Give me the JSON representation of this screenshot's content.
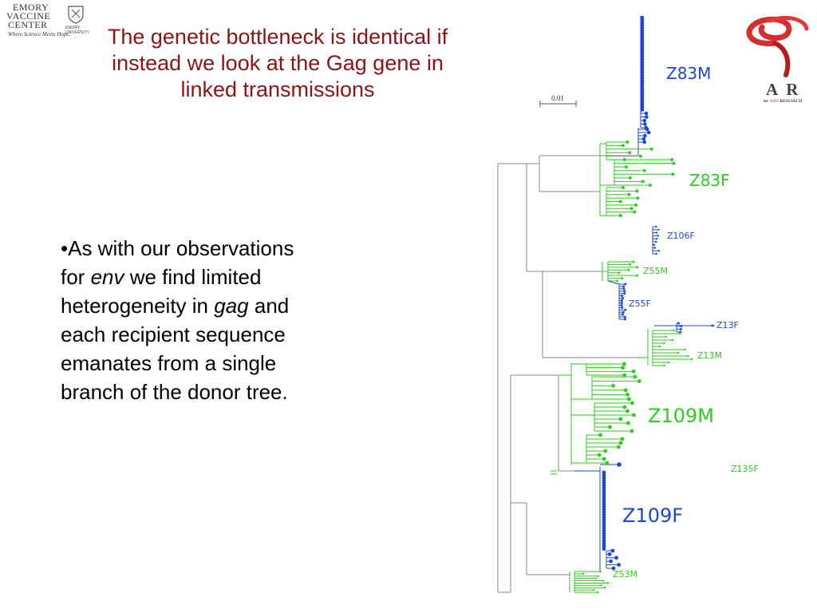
{
  "logos": {
    "emory_vaccine_center": {
      "line1": "EMORY",
      "line2": "VACCINE",
      "line3": "CENTER",
      "tagline": "Where Science Meets Hope.",
      "university_mark": "EMORY",
      "university_sub": "UNIVERSITY"
    },
    "car": {
      "letters": "A R",
      "sub_prefix": "for ",
      "sub_highlight": "AIDS",
      "sub_suffix": " RESEARCH"
    }
  },
  "slide": {
    "title": "The genetic bottleneck is identical if instead we look at the Gag gene in linked transmissions",
    "bullet": {
      "marker": "•",
      "p1": "As with our observations for ",
      "env": "env",
      "p2": " we find limited heterogeneity in ",
      "gag": "gag",
      "p3": " and each recipient sequence emanates from a single branch of the donor tree."
    }
  },
  "tree": {
    "scale_bar": "0.01",
    "colors": {
      "blue": "#1b47d6",
      "green": "#2ecc1f",
      "gray": "#8a8a8a"
    },
    "clusters": [
      {
        "label": "Z83M",
        "color": "blue"
      },
      {
        "label": "Z83F",
        "color": "green"
      },
      {
        "label": "Z106F",
        "color": "blue"
      },
      {
        "label": "Z55M",
        "color": "green"
      },
      {
        "label": "Z55F",
        "color": "blue"
      },
      {
        "label": "Z13F",
        "color": "blue"
      },
      {
        "label": "Z13M",
        "color": "green"
      },
      {
        "label": "Z109M",
        "color": "green"
      },
      {
        "label": "Z135F",
        "color": "green"
      },
      {
        "label": "Z109F",
        "color": "blue"
      },
      {
        "label": "Z53M",
        "color": "green"
      }
    ]
  }
}
